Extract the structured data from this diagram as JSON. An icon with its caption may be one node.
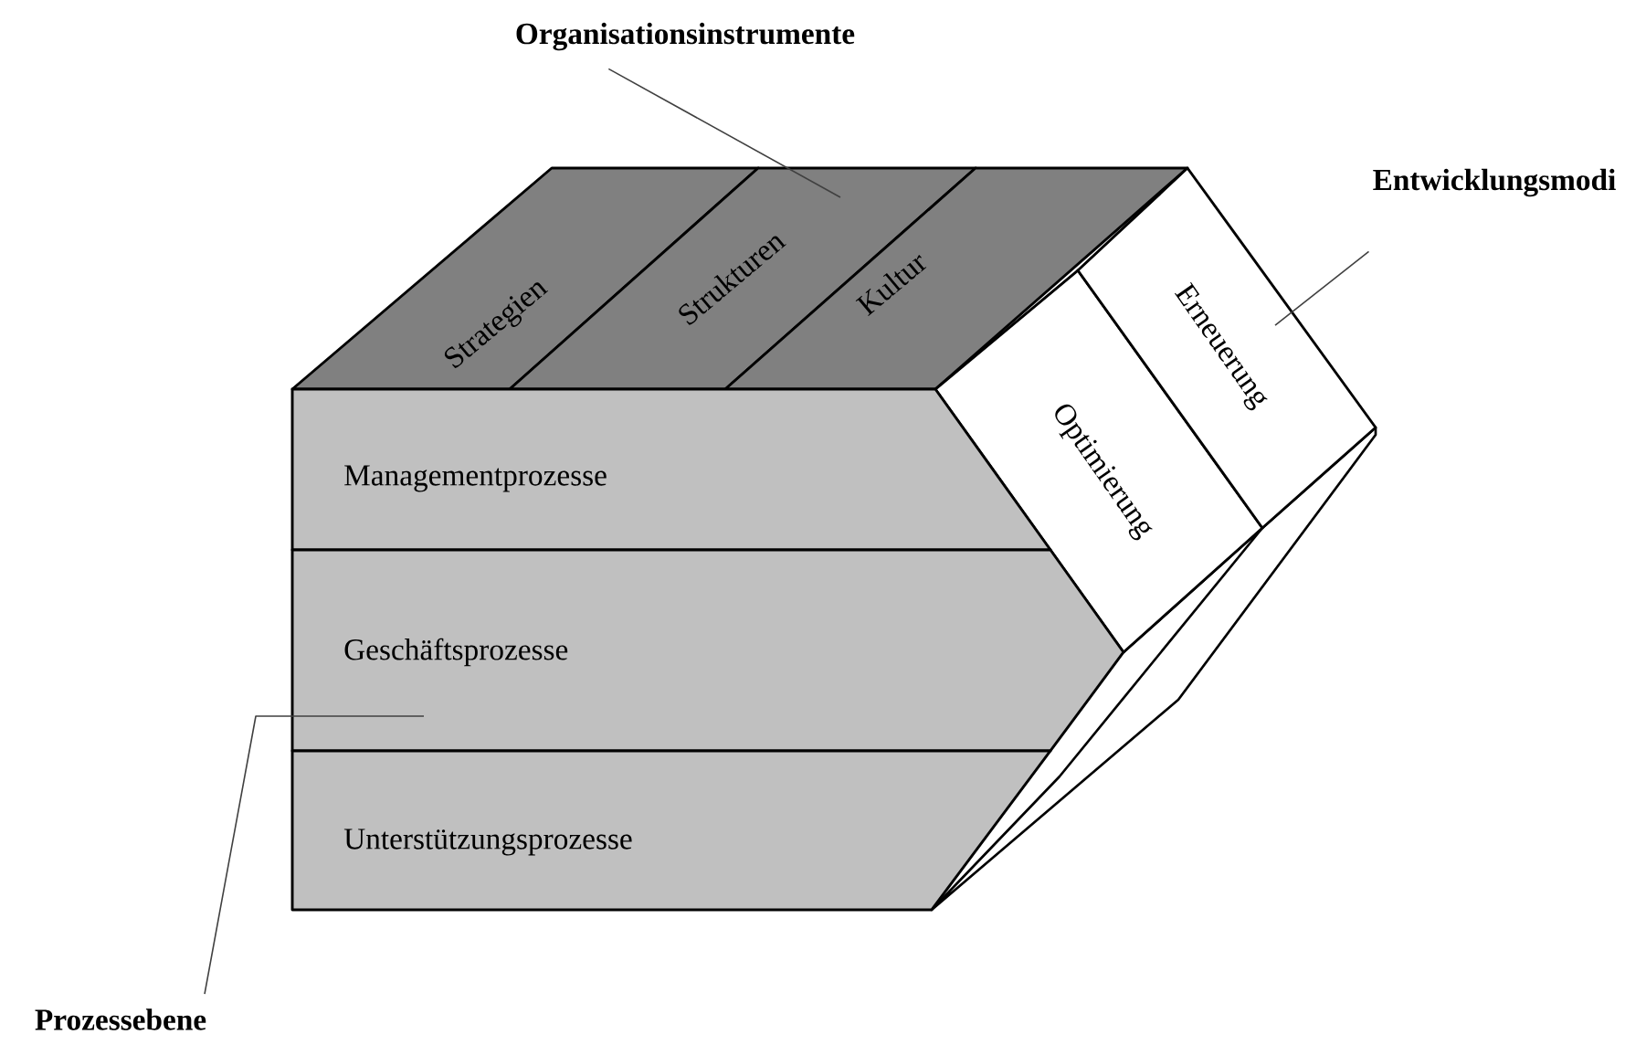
{
  "diagram": {
    "nodes": [
      {
        "text": [
          "Strategien"
        ]
      },
      {
        "text": [
          "Strukturen"
        ]
      },
      {
        "text": [
          "Kultur"
        ]
      },
      {
        "text": [
          "Optimierung"
        ]
      },
      {
        "text": [
          "Erneuerung"
        ]
      },
      {
        "text": [
          "Managementprozesse"
        ]
      },
      {
        "text": [
          "Geschäftsprozesse"
        ]
      },
      {
        "text": [
          "Unterstützungsprozesse"
        ]
      },
      {
        "text": [
          "Organisationsinstrumente"
        ]
      },
      {
        "text": [
          "Entwicklungsmodi"
        ]
      },
      {
        "text": [
          "Prozessebene"
        ]
      }
    ],
    "edges": [
      {
        "from": 8,
        "to": 1,
        "arrow": "none"
      },
      {
        "from": 9,
        "to": 4,
        "arrow": "none"
      },
      {
        "from": 10,
        "to": 6,
        "arrow": "none"
      }
    ]
  }
}
